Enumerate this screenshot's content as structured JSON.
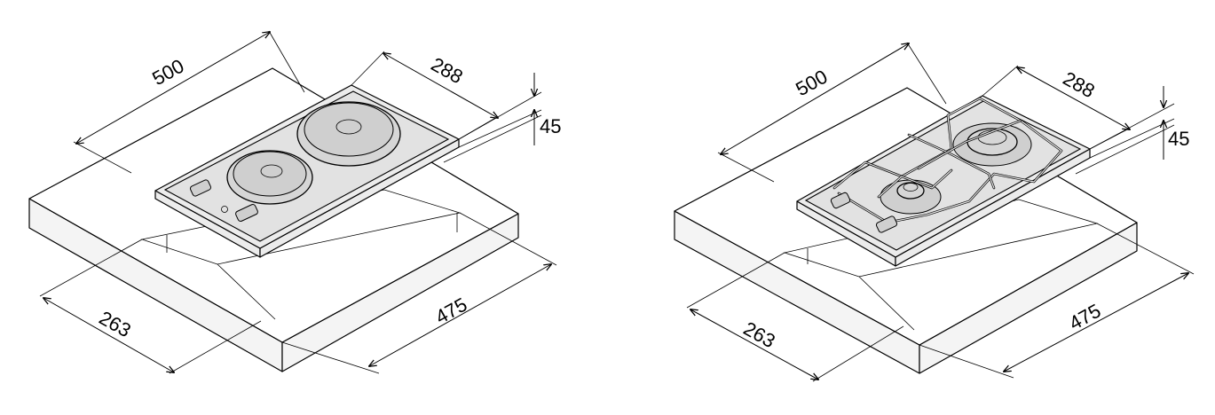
{
  "left_hob": {
    "dim_width": "500",
    "dim_depth": "288",
    "dim_height": "45",
    "cutout_depth": "263",
    "cutout_width": "475"
  },
  "right_hob": {
    "dim_width": "500",
    "dim_depth": "288",
    "dim_height": "45",
    "cutout_depth": "263",
    "cutout_width": "475"
  }
}
